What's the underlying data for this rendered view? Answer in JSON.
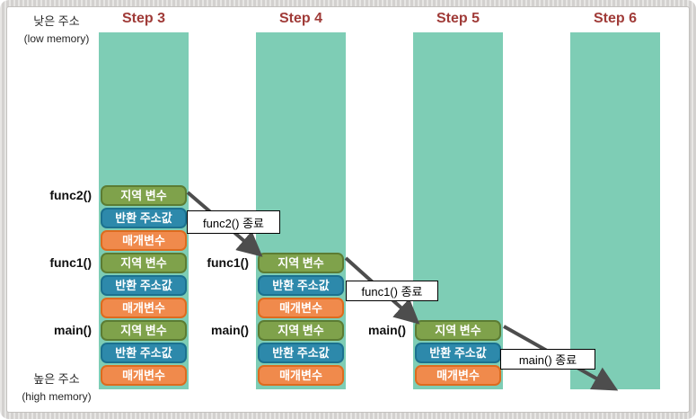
{
  "diagram": {
    "memory_labels": {
      "top_ko": "낮은 주소",
      "top_en": "(low memory)",
      "bottom_ko": "높은 주소",
      "bottom_en": "(high memory)"
    },
    "row_labels": [
      "지역 변수",
      "반환 주소값",
      "매개변수"
    ],
    "row_types": [
      "local-variable",
      "return-address",
      "parameter"
    ],
    "steps": [
      {
        "title": "Step 3",
        "functions": [
          "func2()",
          "func1()",
          "main()"
        ]
      },
      {
        "title": "Step 4",
        "functions": [
          "func1()",
          "main()"
        ]
      },
      {
        "title": "Step 5",
        "functions": [
          "main()"
        ]
      },
      {
        "title": "Step 6",
        "functions": []
      }
    ],
    "callouts": [
      "func2() 종료",
      "func1() 종료",
      "main() 종료"
    ],
    "colors": {
      "column": "#7ECDB5",
      "step_title": "#A03B38",
      "local_fill": "#7FA24B",
      "local_border": "#5C7C33",
      "return_fill": "#2D89AB",
      "return_border": "#1B718F",
      "param_fill": "#F08A4C",
      "param_border": "#DD6B1E",
      "arrow": "#4D4D4D",
      "callout_bg": "#FFFFFF",
      "callout_border": "#000000"
    }
  }
}
